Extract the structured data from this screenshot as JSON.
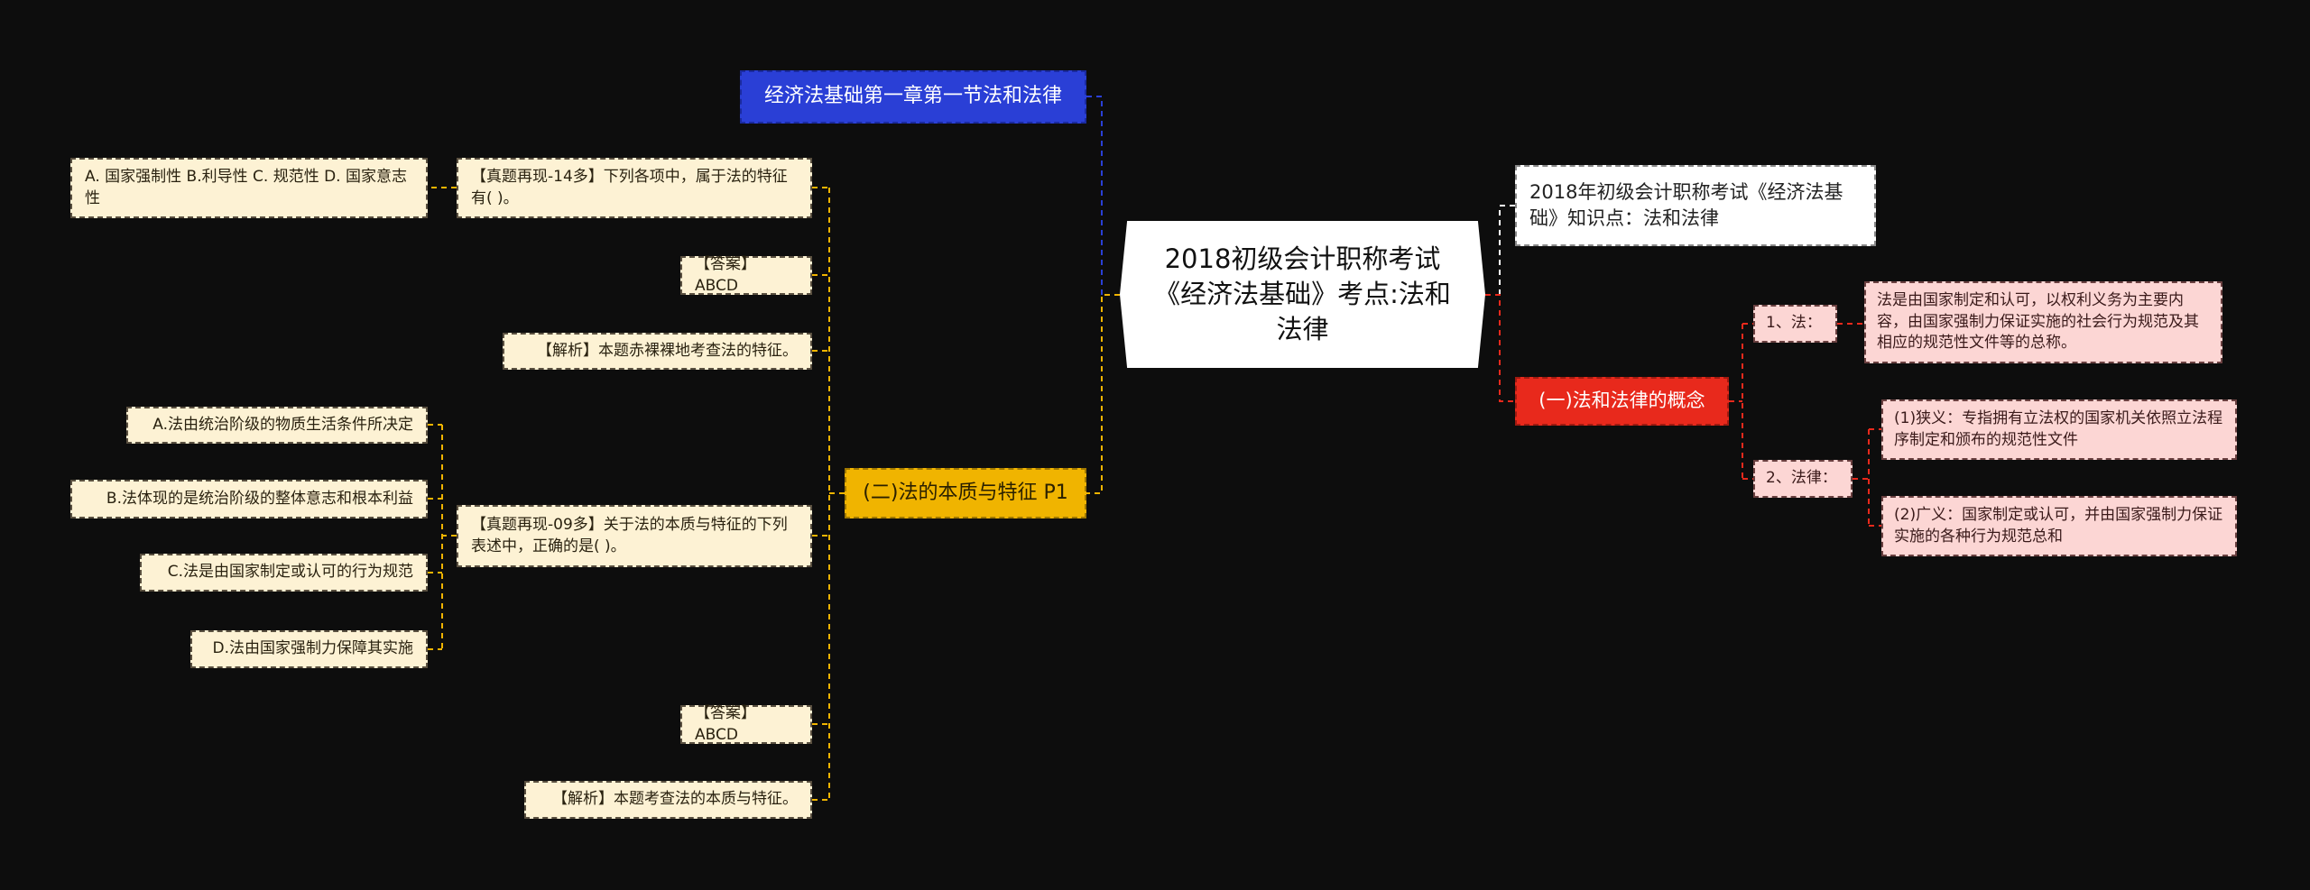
{
  "root": {
    "title": "2018初级会计职称考试《经济法基础》考点:法和法律"
  },
  "left": {
    "chapter": "经济法基础第一章第一节法和法律",
    "section2": {
      "title": "(二)法的本质与特征 P1",
      "q14": {
        "question": "【真题再现-14多】下列各项中，属于法的特征有( )。",
        "options": "A. 国家强制性 B.利导性 C. 规范性 D. 国家意志性"
      },
      "answer1": "【答案】ABCD",
      "analysis1": "【解析】本题赤裸裸地考查法的特征。",
      "q09": {
        "question": "【真题再现-09多】关于法的本质与特征的下列表述中，正确的是( )。",
        "options": [
          "A.法由统治阶级的物质生活条件所决定",
          "B.法体现的是统治阶级的整体意志和根本利益",
          "C.法是由国家制定或认可的行为规范",
          "D.法由国家强制力保障其实施"
        ]
      },
      "answer2": "【答案】ABCD",
      "analysis2": "【解析】本题考查法的本质与特征。"
    }
  },
  "right": {
    "summary": "2018年初级会计职称考试《经济法基础》知识点：法和法律",
    "section1": {
      "title": "(一)法和法律的概念",
      "law": {
        "label": "1、法：",
        "definition": "法是由国家制定和认可，以权利义务为主要内容，由国家强制力保证实施的社会行为规范及其相应的规范性文件等的总称。"
      },
      "statute": {
        "label": "2、法律：",
        "narrow": "(1)狭义：专指拥有立法权的国家机关依照立法程序制定和颁布的规范性文件",
        "broad": "(2)广义：国家制定或认可，并由国家强制力保证实施的各种行为规范总和"
      }
    }
  },
  "colors": {
    "background": "#0d0d0d",
    "blue": "#2a3fd6",
    "yellow": "#f0b400",
    "red": "#e8291c",
    "cream": "#fdf2d4",
    "pink": "#fcd6d4"
  }
}
